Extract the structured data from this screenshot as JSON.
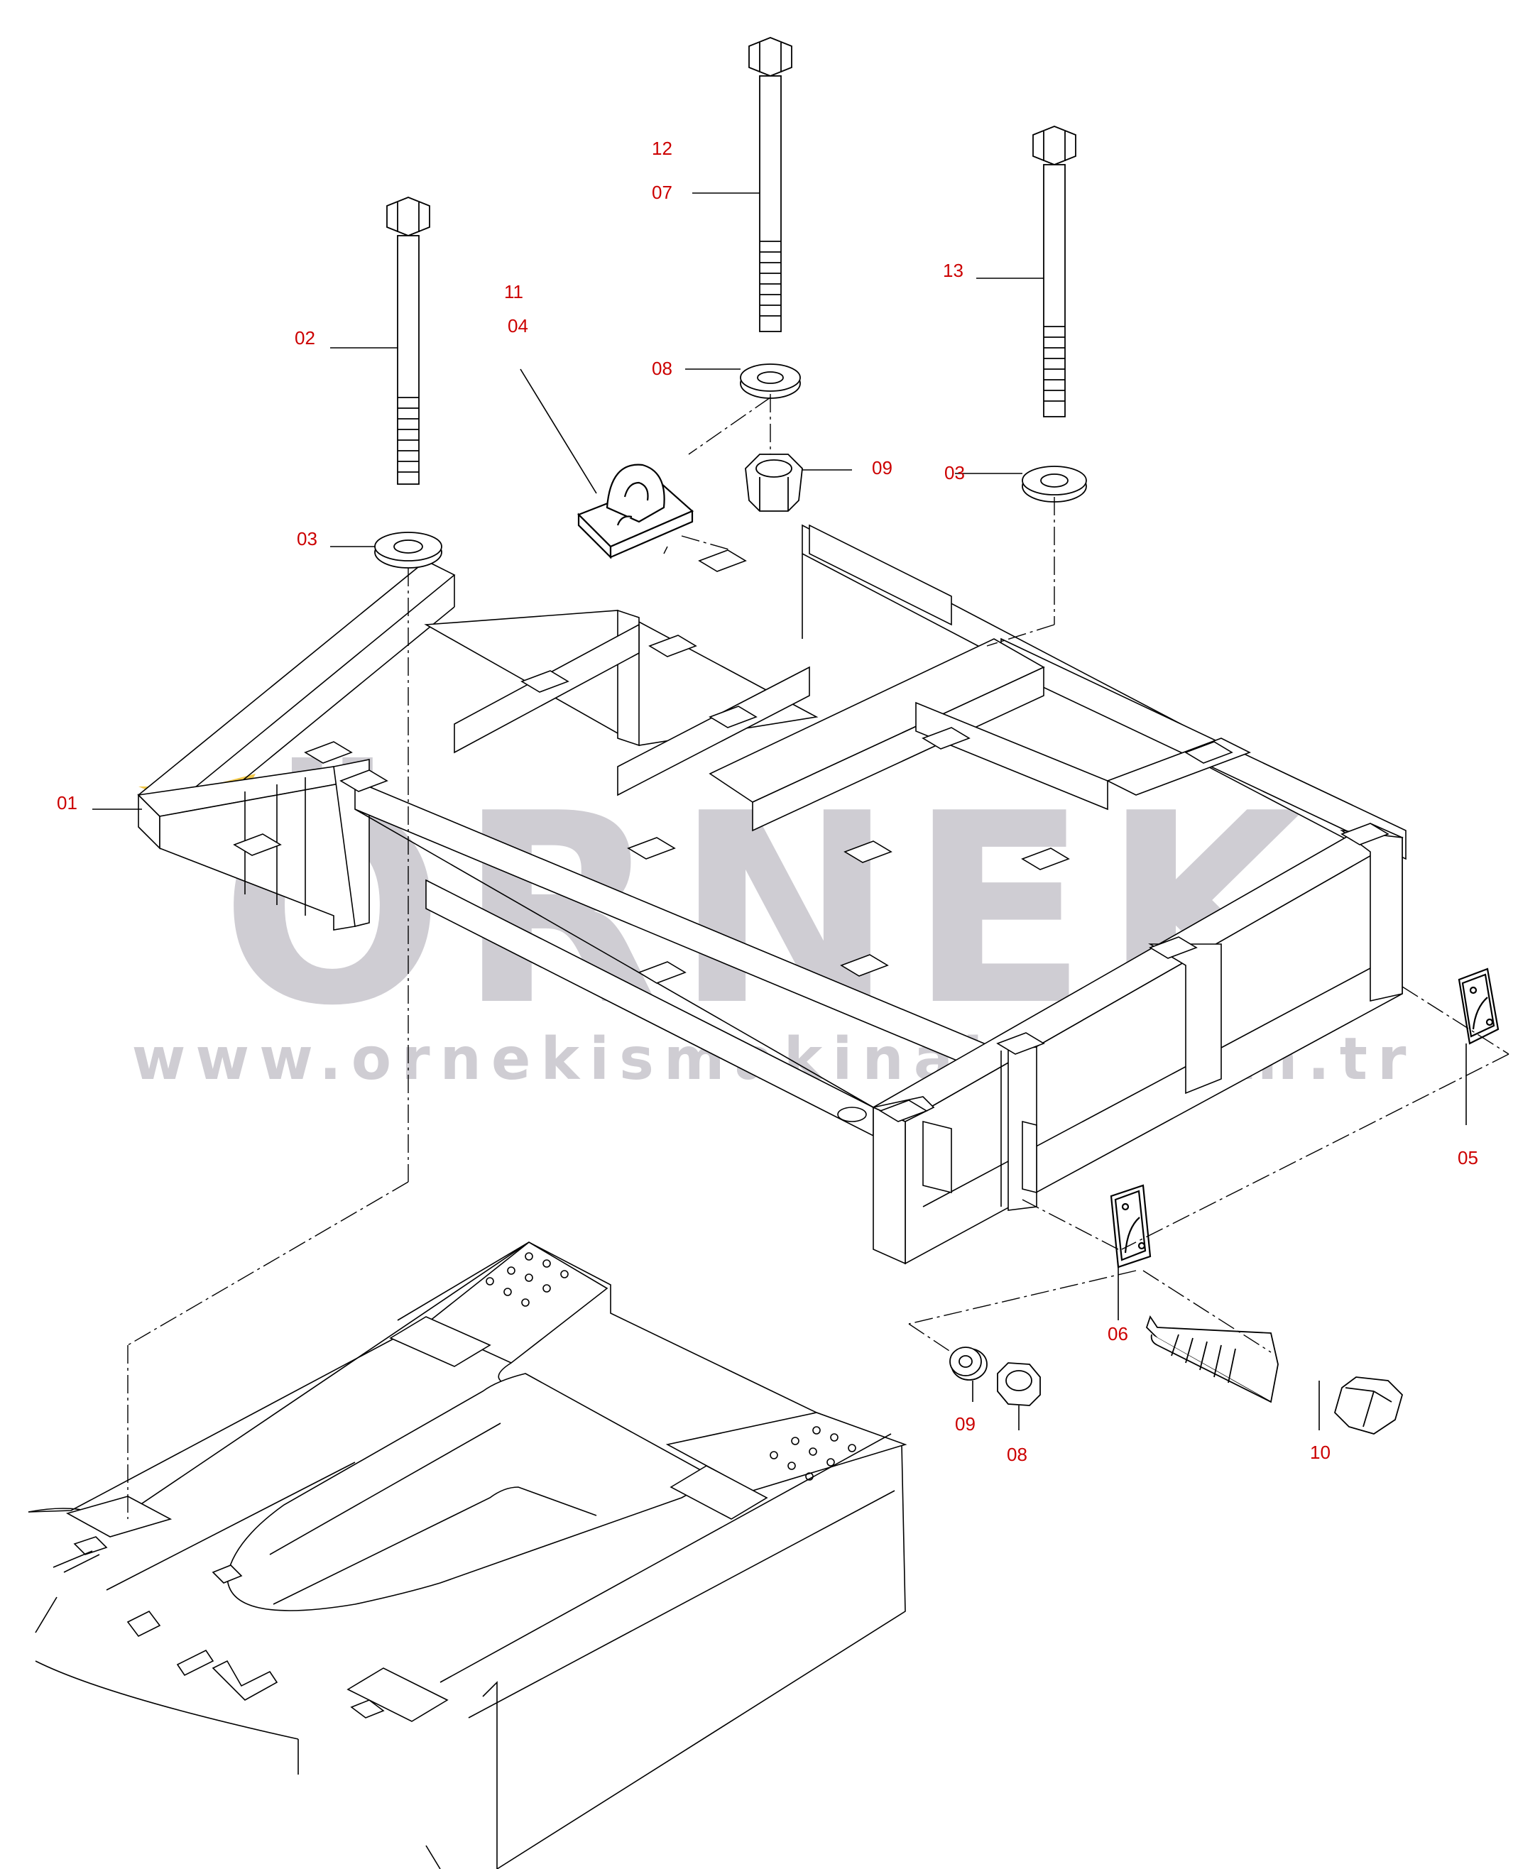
{
  "watermark": {
    "brand": "ÖRNEK",
    "url": "www.ornekismakinalari.com.tr",
    "color": "#c8c6cc",
    "accent": "#f2c94c"
  },
  "callouts": {
    "c01": "01",
    "c02": "02",
    "c03_left": "03",
    "c03_right": "03",
    "c04": "04",
    "c05": "05",
    "c06": "06",
    "c07": "07",
    "c08_top": "08",
    "c08_bottom": "08",
    "c09_top": "09",
    "c09_bottom": "09",
    "c10": "10",
    "c11": "11",
    "c12": "12",
    "c13": "13"
  },
  "colors": {
    "label": "#cc0000",
    "line": "#000000"
  }
}
